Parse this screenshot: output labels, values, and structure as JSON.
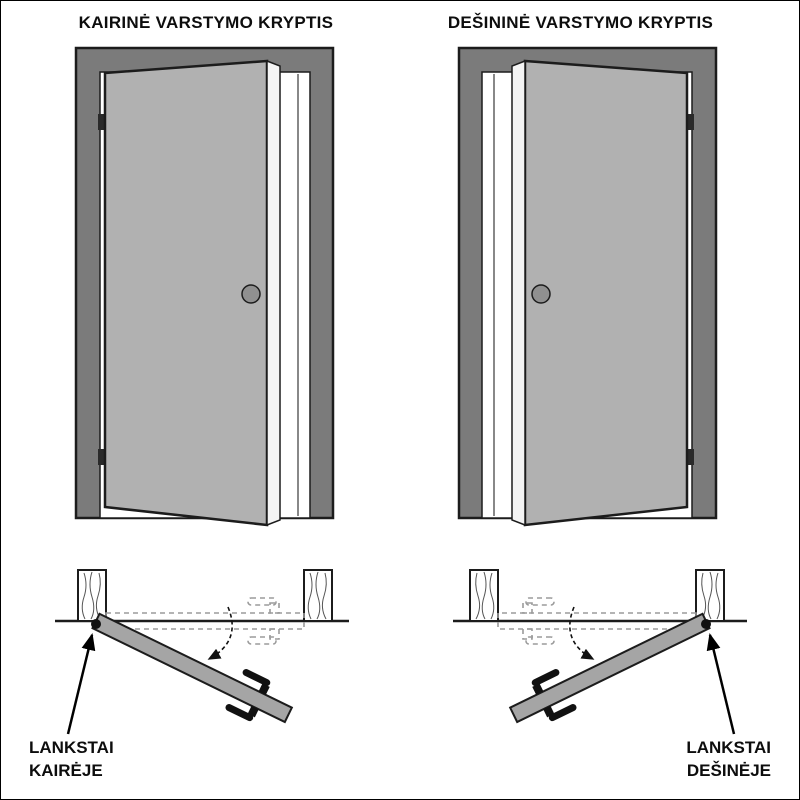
{
  "colors": {
    "frame": "#7b7b7b",
    "door": "#b1b1b1",
    "topdoor": "#a5a5a5",
    "outline": "#1c1c1c",
    "dashed": "#9b9b9b",
    "knob": "#909090"
  },
  "left_panel": {
    "title": "KAIRINĖ VARSTYMO KRYPTIS",
    "hinge_label": [
      "LANKSTAI",
      "KAIRĖJE"
    ]
  },
  "right_panel": {
    "title": "DEŠININĖ VARSTYMO KRYPTIS",
    "hinge_label": [
      "LANKSTAI",
      "DEŠINĖJE"
    ]
  }
}
